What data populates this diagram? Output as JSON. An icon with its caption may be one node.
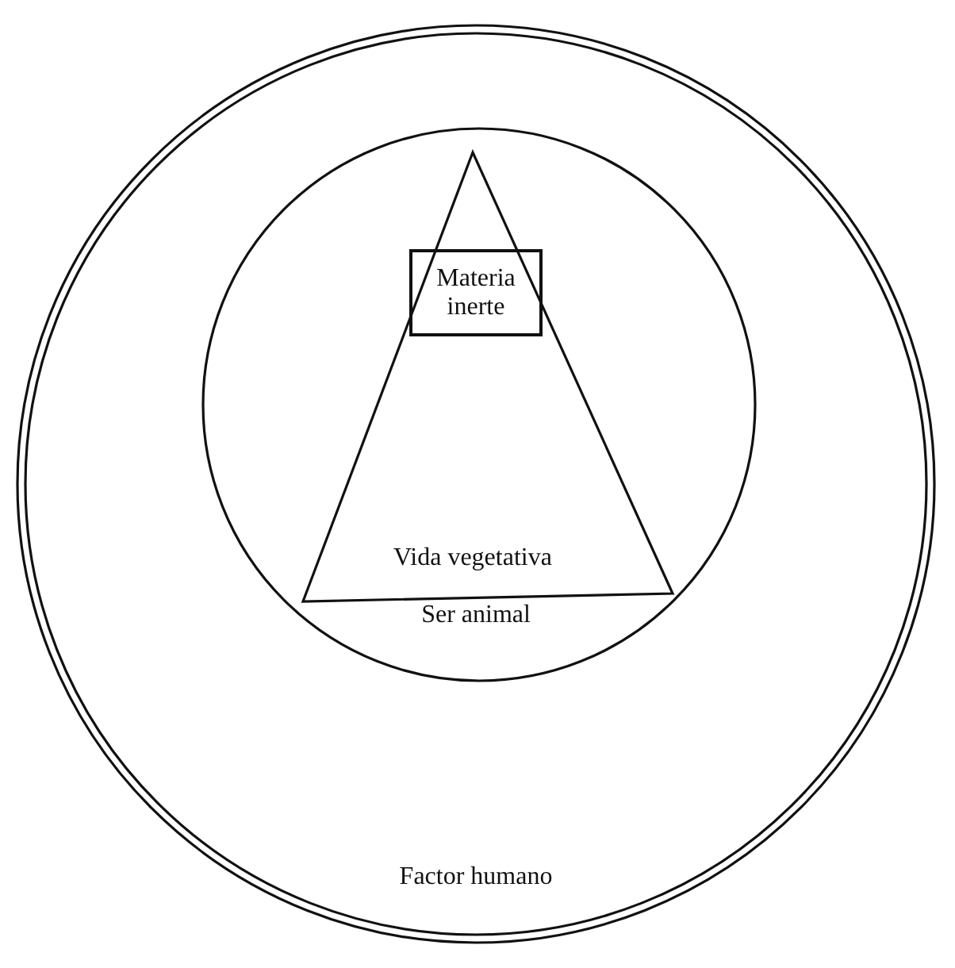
{
  "diagram": {
    "nodes": [
      {
        "text": [
          "Factor humano"
        ]
      },
      {
        "text": [
          "Ser animal"
        ],
        "in": 0
      },
      {
        "text": [
          "Vida vegetativa"
        ],
        "in": 1
      },
      {
        "text": [
          "Materia inerte"
        ],
        "in": 2
      }
    ]
  }
}
